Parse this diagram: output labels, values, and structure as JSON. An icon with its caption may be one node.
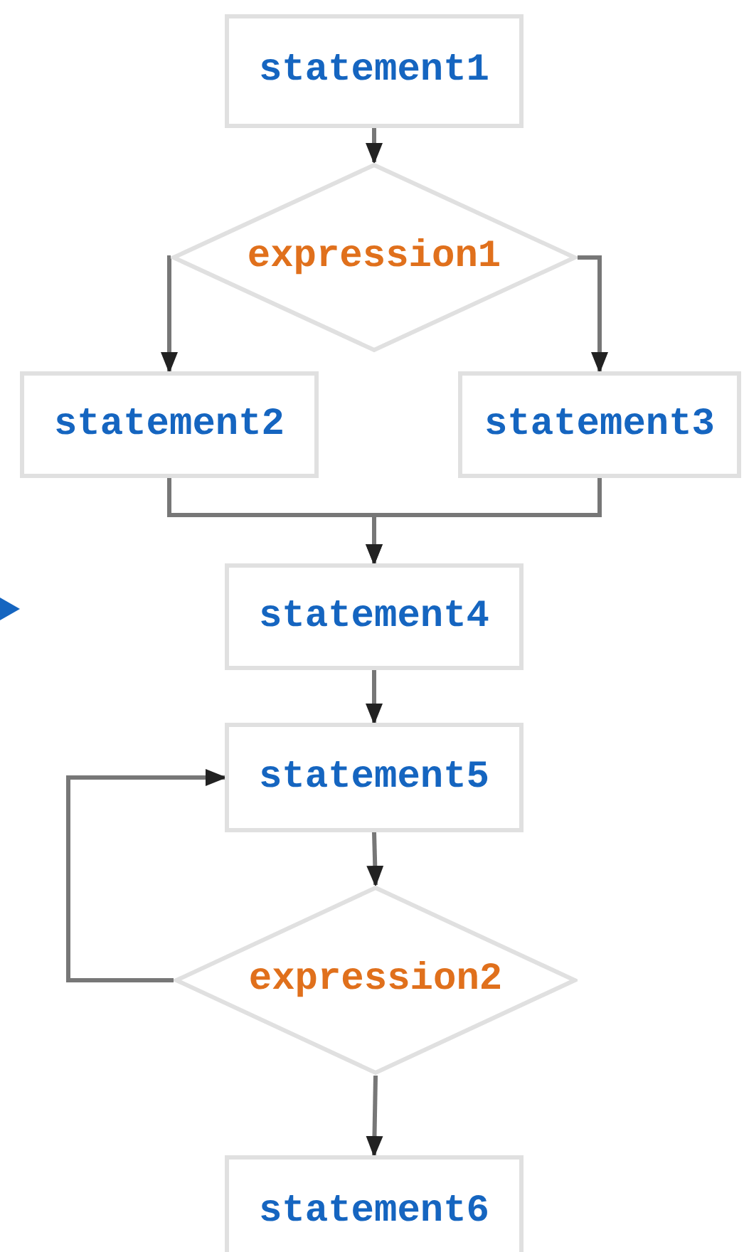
{
  "diagram": {
    "nodes": [
      {
        "text": [
          "statement1"
        ]
      },
      {
        "text": [
          "expression1"
        ]
      },
      {
        "text": [
          "statement2"
        ]
      },
      {
        "text": [
          "statement3"
        ]
      },
      {
        "text": [
          "statement4"
        ]
      },
      {
        "text": [
          "statement5"
        ]
      },
      {
        "text": [
          "expression2"
        ]
      },
      {
        "text": [
          "statement6"
        ]
      }
    ],
    "edges": [
      {
        "from": 0,
        "to": 1,
        "arrow": "to"
      },
      {
        "from": 1,
        "to": 2,
        "arrow": "to"
      },
      {
        "from": 1,
        "to": 3,
        "arrow": "to"
      },
      {
        "from": 2,
        "to": 4,
        "arrow": "to"
      },
      {
        "from": 3,
        "to": 4,
        "arrow": "to"
      },
      {
        "from": 4,
        "to": 5,
        "arrow": "to"
      },
      {
        "from": 5,
        "to": 6,
        "arrow": "to"
      },
      {
        "from": 6,
        "to": 5,
        "arrow": "to"
      },
      {
        "from": 6,
        "to": 7,
        "arrow": "to"
      }
    ]
  }
}
